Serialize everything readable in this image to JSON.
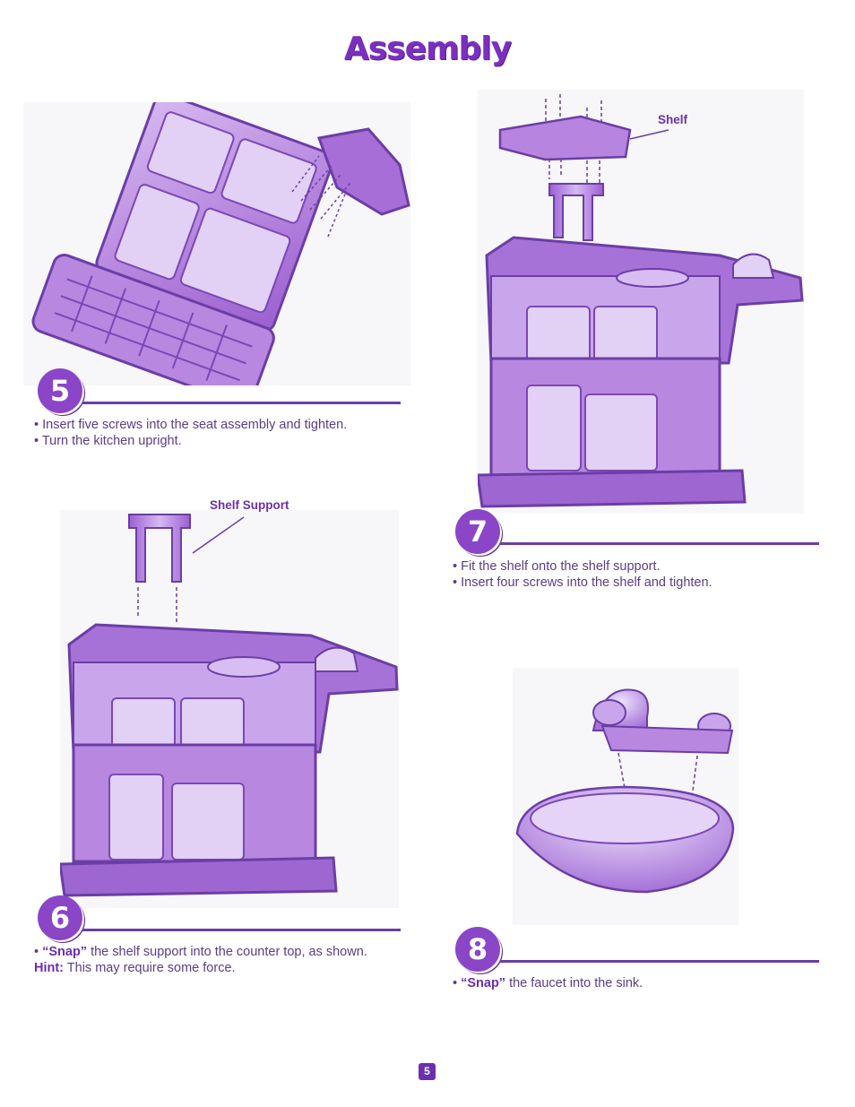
{
  "page": {
    "title": "Assembly",
    "page_number": "5"
  },
  "steps": [
    {
      "number": "5",
      "bullets": [
        "• Insert five screws into the seat assembly and tighten.",
        "• Turn the kitchen upright."
      ]
    },
    {
      "number": "6",
      "callout": "Shelf Support",
      "bullet_prefix": "• ",
      "bullet_bold": "“Snap”",
      "bullet_rest": " the shelf support into the counter top, as shown.",
      "hint_label": "Hint:",
      "hint_text": " This may require some force."
    },
    {
      "number": "7",
      "callout": "Shelf",
      "bullets": [
        "• Fit the shelf onto the shelf support.",
        "• Insert four screws into the shelf and tighten."
      ]
    },
    {
      "number": "8",
      "bullet_prefix": "• ",
      "bullet_bold": "“Snap”",
      "bullet_rest": " the faucet into the sink."
    }
  ],
  "colors": {
    "accent": "#8a46c7",
    "rule": "#6b3ea6",
    "text": "#5a3d86",
    "illustration": "#b98ae0"
  }
}
